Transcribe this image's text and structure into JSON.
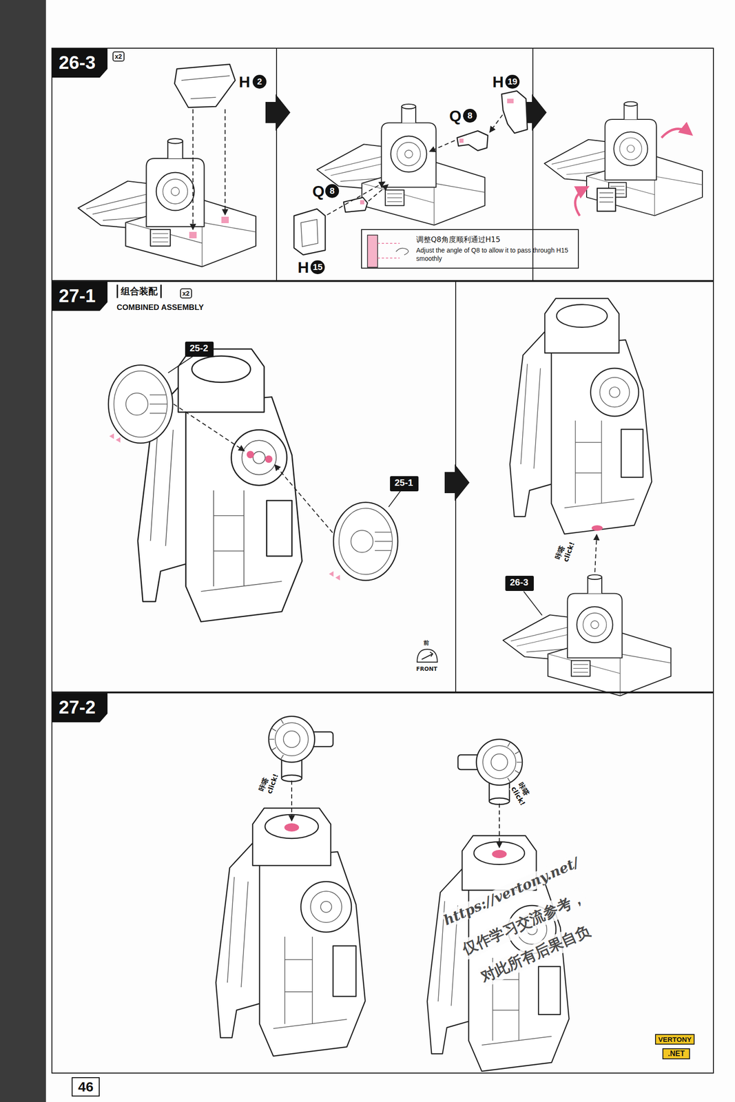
{
  "diagram": {
    "nodes": [
      {
        "text": [
          "26-3"
        ]
      },
      {
        "text": [
          "调整Q8角度顺利通过H15",
          "Adjust the angle of Q8 to allow it to pass through H15 smoothly"
        ],
        "in": 0
      },
      {
        "text": [
          "27-1",
          "组合装配",
          "COMBINED ASSEMBLY"
        ]
      },
      {
        "text": [
          "25-2"
        ],
        "in": 2
      },
      {
        "text": [
          "25-1"
        ],
        "in": 2
      },
      {
        "text": [
          "26-3"
        ],
        "in": 2
      },
      {
        "text": [
          "27-2"
        ]
      }
    ],
    "labels": [
      "x2",
      "H",
      "2",
      "Q",
      "8",
      "H",
      "19",
      "Q",
      "8",
      "H",
      "15",
      "x2",
      "咔嗒",
      "click!",
      "前",
      "FRONT",
      "咔嗒",
      "click!",
      "咔嗒",
      "click!",
      "https://vertony.net/",
      "仅作学习交流参考，",
      "对此所有后果自负",
      "VERTONY",
      ".NET",
      "46"
    ]
  }
}
